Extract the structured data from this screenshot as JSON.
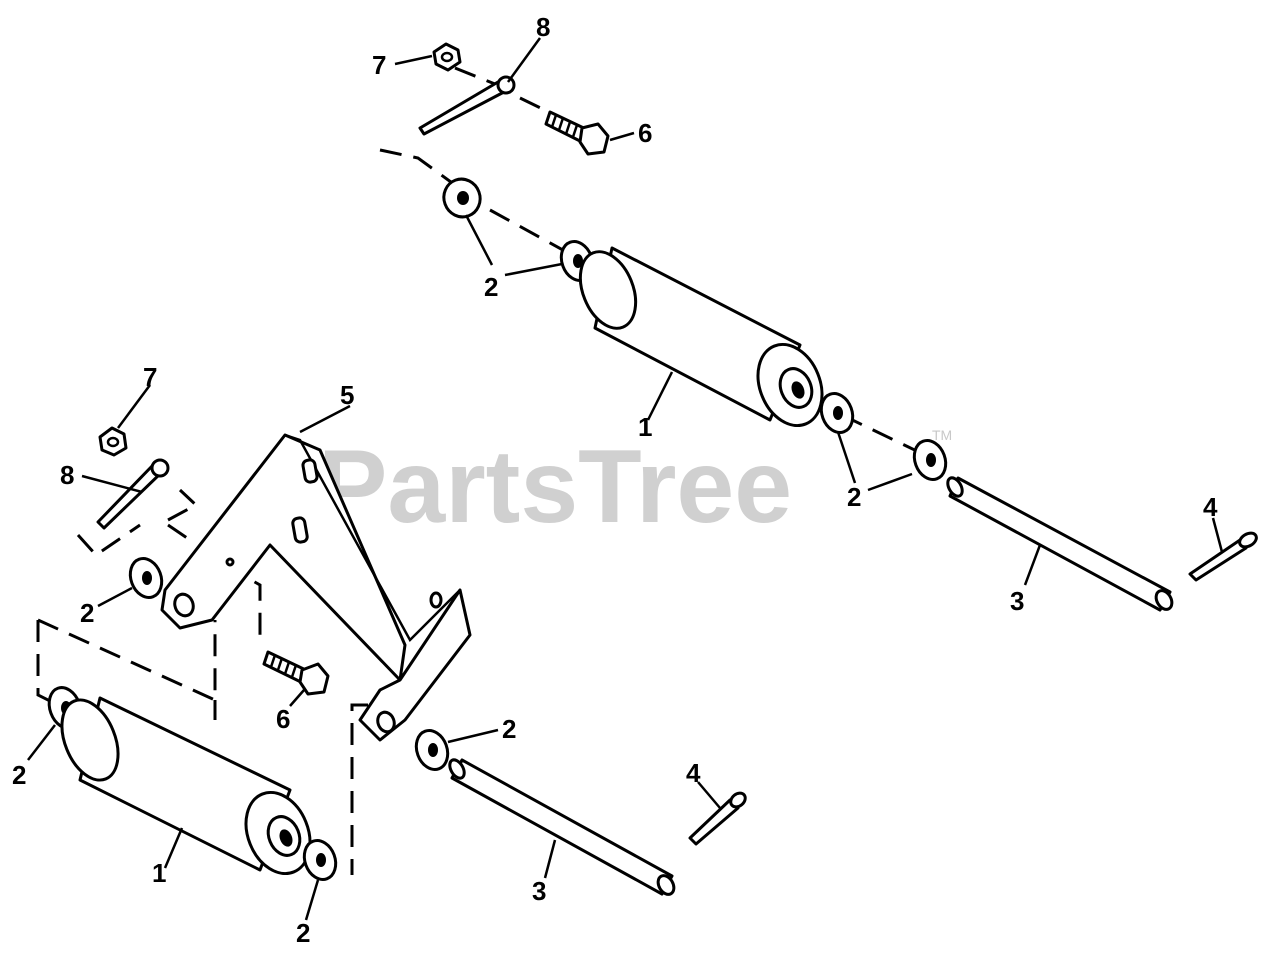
{
  "watermark": {
    "text": "PartsTree",
    "trademark": "TM"
  },
  "callouts": {
    "upper_roller": "1",
    "upper_washer": "2",
    "upper_washer_right": "2",
    "upper_pin": "3",
    "upper_cotter": "4",
    "upper_bolt": "6",
    "upper_nut": "7",
    "upper_cotter_pin": "8",
    "lower_roller": "1",
    "lower_washer_left": "2",
    "lower_washer_bracket": "2",
    "lower_washer_mid": "2",
    "lower_washer_bottom": "2",
    "lower_pin": "3",
    "lower_cotter": "4",
    "bracket": "5",
    "lower_bolt": "6",
    "lower_nut": "7",
    "lower_cotter_pin": "8"
  }
}
